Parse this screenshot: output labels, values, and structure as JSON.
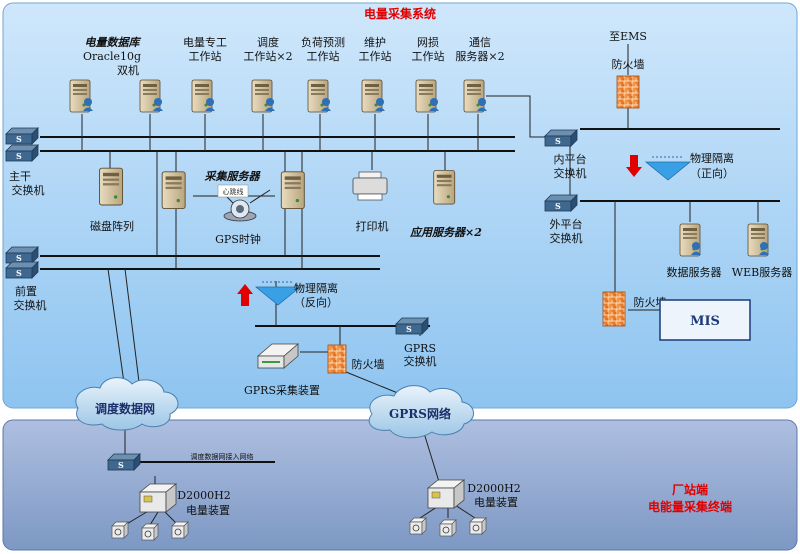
{
  "zones": {
    "top_title": "电量采集系统",
    "bottom_title_1": "厂站端",
    "bottom_title_2": "电能量采集终端"
  },
  "servers": {
    "db_1": "电量数据库",
    "db_2": "Oracle10g",
    "db_3": "双机",
    "ws_energy_1": "电量专工",
    "ws_energy_2": "工作站",
    "ws_dispatch_1": "调度",
    "ws_dispatch_2": "工作站×2",
    "ws_load_1": "负荷预测",
    "ws_load_2": "工作站",
    "ws_maint_1": "维护",
    "ws_maint_2": "工作站",
    "ws_loss_1": "网损",
    "ws_loss_2": "工作站",
    "comm_1": "通信",
    "comm_2": "服务器×2",
    "disk_array": "磁盘阵列",
    "collect_server": "采集服务器",
    "cable_note": "心跳线",
    "gps_clock": "GPS时钟",
    "printer": "打印机",
    "app_server": "应用服务器×2",
    "data_server": "数据服务器",
    "web_server": "WEB服务器"
  },
  "switches": {
    "main_1": "主干",
    "main_2": "交换机",
    "front_1": "前置",
    "front_2": "交换机",
    "inner_1": "内平台",
    "inner_2": "交换机",
    "outer_1": "外平台",
    "outer_2": "交换机",
    "gprs_1": "GPRS",
    "gprs_2": "交换机"
  },
  "security": {
    "ems": "至EMS",
    "fw_ems": "防火墙",
    "iso_fwd_1": "物理隔离",
    "iso_fwd_2": "（正向）",
    "iso_rev_1": "物理隔离",
    "iso_rev_2": "（反向）",
    "fw_mis": "防火墙",
    "mis": "MIS",
    "fw_gprs": "防火墙",
    "gprs_device": "GPRS采集装置"
  },
  "networks": {
    "dispatch_net": "调度数据网",
    "gprs_net": "GPRS网络",
    "access_net": "调度数据网接入网络"
  },
  "terminals": {
    "left_model": "D2000H2",
    "left_desc": "电量装置",
    "right_model": "D2000H2",
    "right_desc": "电量装置"
  },
  "colors": {
    "top_zone": "#a9d4f5",
    "bottom_zone": "#8ea8cf",
    "title_red": "#e00000",
    "line": "#111111"
  }
}
